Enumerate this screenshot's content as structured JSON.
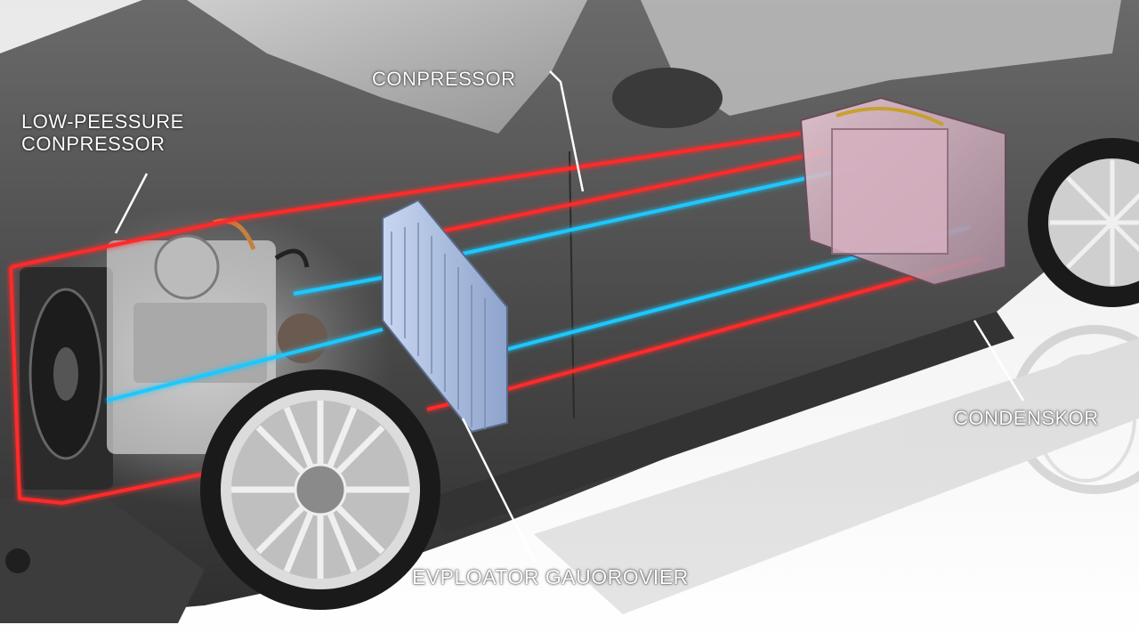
{
  "labels": {
    "low_pressure_line1": "LOW-PEESSURE",
    "low_pressure_line2": "CONPRESSOR",
    "compressor": "CONPRESSOR",
    "condenser": "CONDENSKOR",
    "evaporator": "EVPLOATOR GAUOROVIER"
  },
  "colors": {
    "hot_line": "#ff2a2a",
    "cold_line": "#1ec8ff",
    "body": "#4a4a4a",
    "label_text": "#ffffff"
  },
  "icons": [
    "compressor-unit",
    "evaporator-core",
    "condenser-unit",
    "front-wheel",
    "radiator-fan"
  ]
}
